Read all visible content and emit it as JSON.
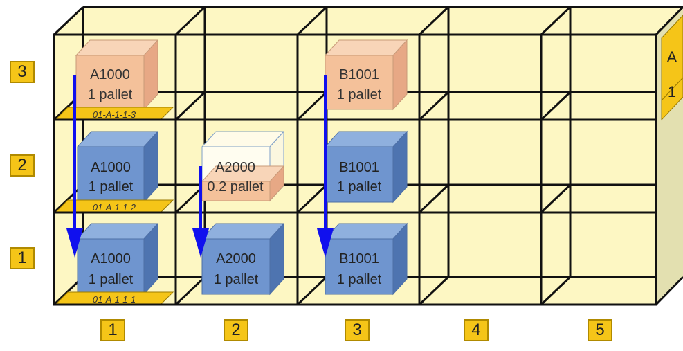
{
  "colors": {
    "rack_face": "#fdf7c3",
    "rack_side": "#e7e4b8",
    "frame": "#111111",
    "label_bg": "#f5c518",
    "box_blue": "#6f95cf",
    "box_orange": "#f4c19a",
    "arrow": "#1010ee",
    "tag_bg": "#f5c518"
  },
  "row_labels": [
    "3",
    "2",
    "1"
  ],
  "column_labels": [
    "1",
    "2",
    "3",
    "4",
    "5"
  ],
  "side_tag": [
    "A",
    "1"
  ],
  "location_tags": [
    "01-A-1-1-3",
    "01-A-1-1-2",
    "01-A-1-1-1"
  ],
  "boxes": {
    "c1_r3": {
      "sku": "A1000",
      "qty": "1 pallet"
    },
    "c1_r2": {
      "sku": "A1000",
      "qty": "1 pallet"
    },
    "c1_r1": {
      "sku": "A1000",
      "qty": "1 pallet"
    },
    "c2_r2": {
      "sku": "A2000",
      "qty": "0.2 pallet"
    },
    "c2_r1": {
      "sku": "A2000",
      "qty": "1 pallet"
    },
    "c3_r3": {
      "sku": "B1001",
      "qty": "1 pallet"
    },
    "c3_r2": {
      "sku": "B1001",
      "qty": "1 pallet"
    },
    "c3_r1": {
      "sku": "B1001",
      "qty": "1 pallet"
    }
  }
}
